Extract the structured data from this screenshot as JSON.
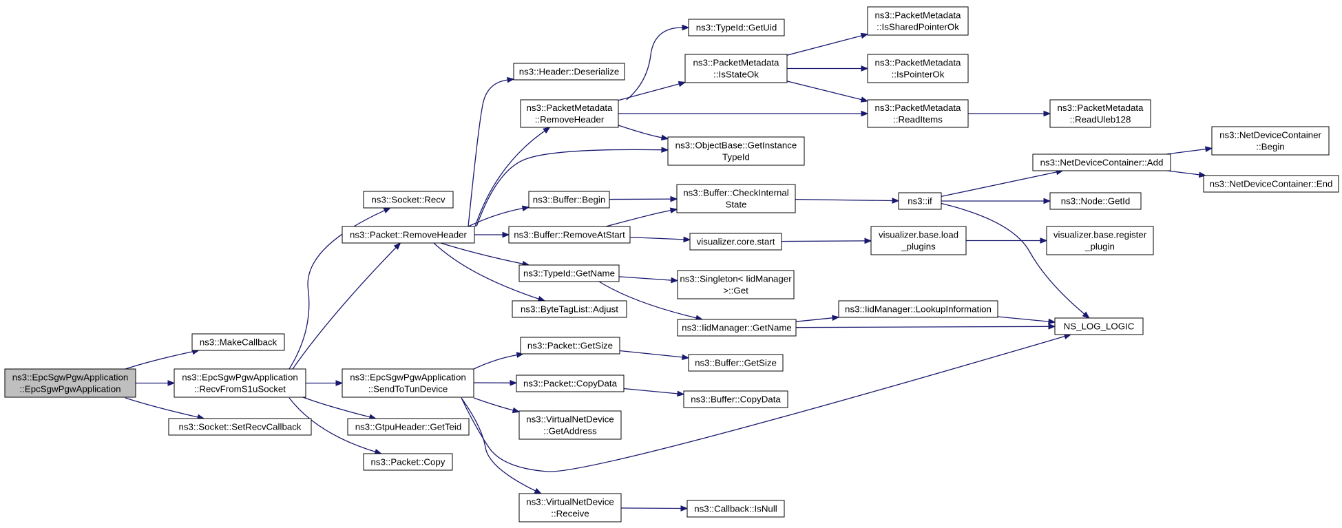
{
  "colors": {
    "edge": "#191970",
    "root_fill": "#bfbfbf",
    "node_fill": "#ffffff",
    "node_border": "#000000"
  },
  "nodes": [
    {
      "id": "root",
      "lines": [
        "ns3::EpcSgwPgwApplication",
        "::EpcSgwPgwApplication"
      ],
      "root": true
    },
    {
      "id": "makecallback",
      "lines": [
        "ns3::MakeCallback"
      ]
    },
    {
      "id": "recvfroms1u",
      "lines": [
        "ns3::EpcSgwPgwApplication",
        "::RecvFromS1uSocket"
      ]
    },
    {
      "id": "setrecvcallback",
      "lines": [
        "ns3::Socket::SetRecvCallback"
      ]
    },
    {
      "id": "socketrecv",
      "lines": [
        "ns3::Socket::Recv"
      ]
    },
    {
      "id": "packetremoveheader",
      "lines": [
        "ns3::Packet::RemoveHeader"
      ]
    },
    {
      "id": "sendtotun",
      "lines": [
        "ns3::EpcSgwPgwApplication",
        "::SendToTunDevice"
      ]
    },
    {
      "id": "gtpugetteid",
      "lines": [
        "ns3::GtpuHeader::GetTeid"
      ]
    },
    {
      "id": "packetcopy",
      "lines": [
        "ns3::Packet::Copy"
      ]
    },
    {
      "id": "headerdeserialize",
      "lines": [
        "ns3::Header::Deserialize"
      ]
    },
    {
      "id": "pmremoveheader",
      "lines": [
        "ns3::PacketMetadata",
        "::RemoveHeader"
      ]
    },
    {
      "id": "bufferbegin",
      "lines": [
        "ns3::Buffer::Begin"
      ]
    },
    {
      "id": "bufferremoveatstart",
      "lines": [
        "ns3::Buffer::RemoveAtStart"
      ]
    },
    {
      "id": "typeidgetname",
      "lines": [
        "ns3::TypeId::GetName"
      ]
    },
    {
      "id": "bytetaglistadjust",
      "lines": [
        "ns3::ByteTagList::Adjust"
      ]
    },
    {
      "id": "packetgetsize",
      "lines": [
        "ns3::Packet::GetSize"
      ]
    },
    {
      "id": "packetcopydata",
      "lines": [
        "ns3::Packet::CopyData"
      ]
    },
    {
      "id": "vndgetaddress",
      "lines": [
        "ns3::VirtualNetDevice",
        "::GetAddress"
      ]
    },
    {
      "id": "vndreceive",
      "lines": [
        "ns3::VirtualNetDevice",
        "::Receive"
      ]
    },
    {
      "id": "typeidgetuid",
      "lines": [
        "ns3::TypeId::GetUid"
      ]
    },
    {
      "id": "pmisstateok",
      "lines": [
        "ns3::PacketMetadata",
        "::IsStateOk"
      ]
    },
    {
      "id": "objectbasegetinstancetypeid",
      "lines": [
        "ns3::ObjectBase::GetInstance",
        "TypeId"
      ]
    },
    {
      "id": "buffercheckinternalstate",
      "lines": [
        "ns3::Buffer::CheckInternal",
        "State"
      ]
    },
    {
      "id": "vizcorestart",
      "lines": [
        "visualizer.core.start"
      ]
    },
    {
      "id": "singletonget",
      "lines": [
        "ns3::Singleton< IidManager",
        ">::Get"
      ]
    },
    {
      "id": "iidmanagergetname",
      "lines": [
        "ns3::IidManager::GetName"
      ]
    },
    {
      "id": "buffergetsize",
      "lines": [
        "ns3::Buffer::GetSize"
      ]
    },
    {
      "id": "buffercopydata",
      "lines": [
        "ns3::Buffer::CopyData"
      ]
    },
    {
      "id": "callbackisnull",
      "lines": [
        "ns3::Callback::IsNull"
      ]
    },
    {
      "id": "pmissharedpointerok",
      "lines": [
        "ns3::PacketMetadata",
        "::IsSharedPointerOk"
      ]
    },
    {
      "id": "pmispointerok",
      "lines": [
        "ns3::PacketMetadata",
        "::IsPointerOk"
      ]
    },
    {
      "id": "pmreaditems",
      "lines": [
        "ns3::PacketMetadata",
        "::ReadItems"
      ]
    },
    {
      "id": "ns3if",
      "lines": [
        "ns3::if"
      ]
    },
    {
      "id": "vizbaseloadplugins",
      "lines": [
        "visualizer.base.load",
        "_plugins"
      ]
    },
    {
      "id": "iidmanagerlookupinformation",
      "lines": [
        "ns3::IidManager::LookupInformation"
      ]
    },
    {
      "id": "pmreaduleb128",
      "lines": [
        "ns3::PacketMetadata",
        "::ReadUleb128"
      ]
    },
    {
      "id": "ndcadd",
      "lines": [
        "ns3::NetDeviceContainer::Add"
      ]
    },
    {
      "id": "nodegetid",
      "lines": [
        "ns3::Node::GetId"
      ]
    },
    {
      "id": "vizbaseregisterplugin",
      "lines": [
        "visualizer.base.register",
        "_plugin"
      ]
    },
    {
      "id": "nsloglogic",
      "lines": [
        "NS_LOG_LOGIC"
      ]
    },
    {
      "id": "ndcbegin",
      "lines": [
        "ns3::NetDeviceContainer",
        "::Begin"
      ]
    },
    {
      "id": "ndcend",
      "lines": [
        "ns3::NetDeviceContainer::End"
      ]
    }
  ]
}
